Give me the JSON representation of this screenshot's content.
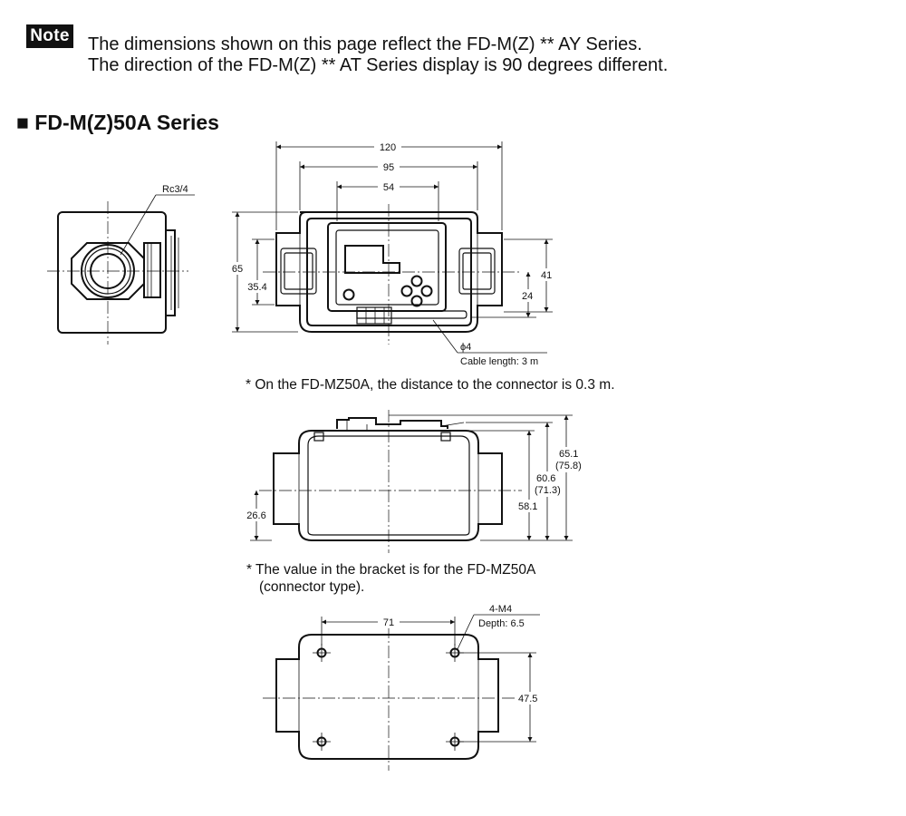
{
  "note": {
    "badge": "Note",
    "line1": "The dimensions shown on this page reflect the FD-M(Z) ** AY Series.",
    "line2": "The direction of the FD-M(Z) ** AT Series display is 90 degrees different."
  },
  "section": {
    "title": "■ FD-M(Z)50A Series"
  },
  "side_view": {
    "thread_label": "Rc3/4"
  },
  "front_view": {
    "dims": {
      "d120": "120",
      "d95": "95",
      "d54": "54",
      "d65": "65",
      "d35_4": "35.4",
      "d41": "41",
      "d24": "24"
    },
    "cable_dia": "ϕ4",
    "cable_length": "Cable length: 3 m"
  },
  "footnote1": "*  On the FD-MZ50A, the distance to the connector is 0.3 m.",
  "top_view": {
    "dims": {
      "d65_1": "65.1",
      "d65_1b": "(75.8)",
      "d60_6": "60.6",
      "d60_6b": "(71.3)",
      "d58_1": "58.1",
      "d26_6": "26.6"
    }
  },
  "footnote2": {
    "line1": "*  The value in the bracket is for the FD-MZ50A",
    "line2": "(connector type)."
  },
  "bottom_view": {
    "dims": {
      "d71": "71",
      "d47_5": "47.5"
    },
    "holes_label": "4-M4",
    "holes_depth": "Depth: 6.5"
  }
}
